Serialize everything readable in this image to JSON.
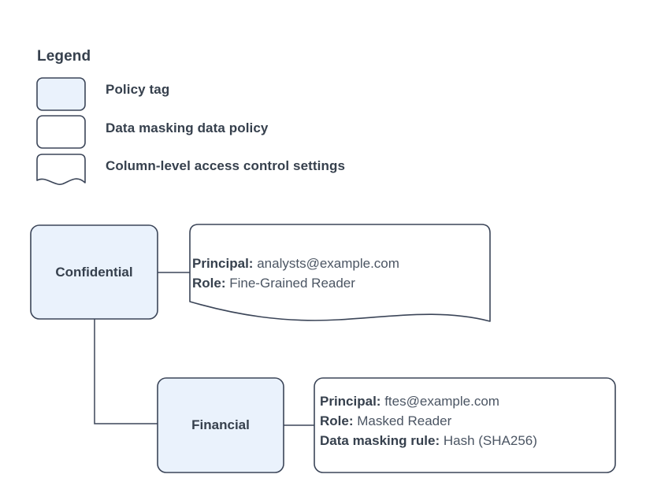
{
  "diagram": {
    "type": "flowchart",
    "background": "#ffffff",
    "colors": {
      "node_fill": "#eaf2fc",
      "node_stroke": "#3b4558",
      "callout_fill": "#ffffff",
      "callout_stroke": "#3b4558",
      "text": "#36404d",
      "value_text": "#4b5563",
      "connector": "#3b4558"
    }
  },
  "legend": {
    "title": "Legend",
    "items": [
      {
        "label": "Policy tag",
        "swatch": "rounded-rect-filled",
        "fill": "#eaf2fc"
      },
      {
        "label": "Data masking data policy",
        "swatch": "rounded-rect-empty",
        "fill": "#ffffff"
      },
      {
        "label": "Column-level access control settings",
        "swatch": "wavy-bottom-rect",
        "fill": "#ffffff"
      }
    ]
  },
  "nodes": [
    {
      "id": "confidential",
      "label": "Confidential",
      "shape": "rounded-rect",
      "fill": "#eaf2fc"
    },
    {
      "id": "financial",
      "label": "Financial",
      "shape": "rounded-rect",
      "fill": "#eaf2fc"
    }
  ],
  "callouts": [
    {
      "id": "confidential-access",
      "shape": "wavy-bottom-rect",
      "attached_to": "confidential",
      "rows": [
        {
          "key": "Principal:",
          "value": "analysts@example.com"
        },
        {
          "key": "Role:",
          "value": "Fine-Grained Reader"
        }
      ]
    },
    {
      "id": "financial-policy",
      "shape": "rounded-rect",
      "attached_to": "financial",
      "rows": [
        {
          "key": "Principal:",
          "value": "ftes@example.com"
        },
        {
          "key": "Role:",
          "value": "Masked Reader"
        },
        {
          "key": "Data masking rule:",
          "value": "Hash (SHA256)"
        }
      ]
    }
  ],
  "connectors": [
    {
      "id": "confidential-to-callout",
      "from": "confidential",
      "to": "confidential-access"
    },
    {
      "id": "confidential-to-financial",
      "from": "confidential",
      "to": "financial"
    },
    {
      "id": "financial-to-callout",
      "from": "financial",
      "to": "financial-policy"
    }
  ]
}
